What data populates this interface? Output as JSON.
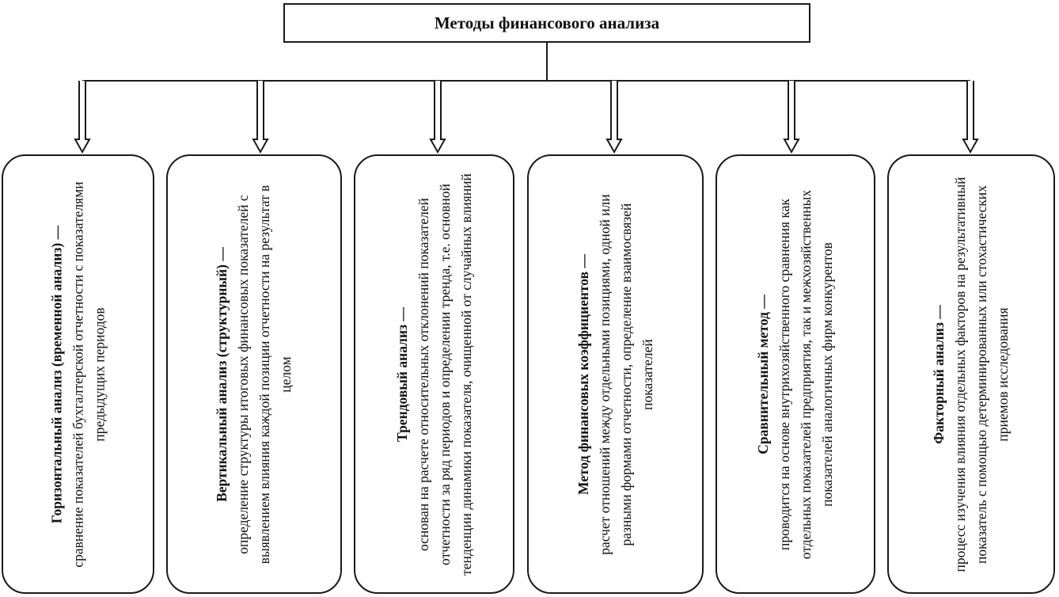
{
  "root": {
    "title": "Методы финансового анализа"
  },
  "methods": [
    {
      "term": "Горизонтальный анализ (временной анализ) —",
      "description": "сравнение показателей бухгалтерской отчетности с показателями предыдущих периодов"
    },
    {
      "term": "Вертикальный анализ (структурный) —",
      "description": "определение структуры итоговых финансовых показателей с выявлением влияния каждой позиции отчетности на результат в целом"
    },
    {
      "term": "Трендовый анализ —",
      "description": "основан на расчете относительных отклонений показателей отчетности за ряд периодов и определении тренда, т.е. основной тенденции динамики показателя, очищенной от случайных влияний"
    },
    {
      "term": "Метод финансовых коэффициентов —",
      "description": "расчет отношений между отдельными позициями, одной или разными формами отчетности, определение взаимосвязей показателей"
    },
    {
      "term": "Сравнительный метод —",
      "description": "проводится на основе внутрихозяйственного сравнения как отдельных показателей предприятия, так и межхозяйственных показателей аналогичных фирм конкурентов"
    },
    {
      "term": "Факторный анализ —",
      "description": "процесс изучения влияния отдельных факторов на результативный показатель с помощью детерминированных или стохастических приемов исследования"
    }
  ]
}
